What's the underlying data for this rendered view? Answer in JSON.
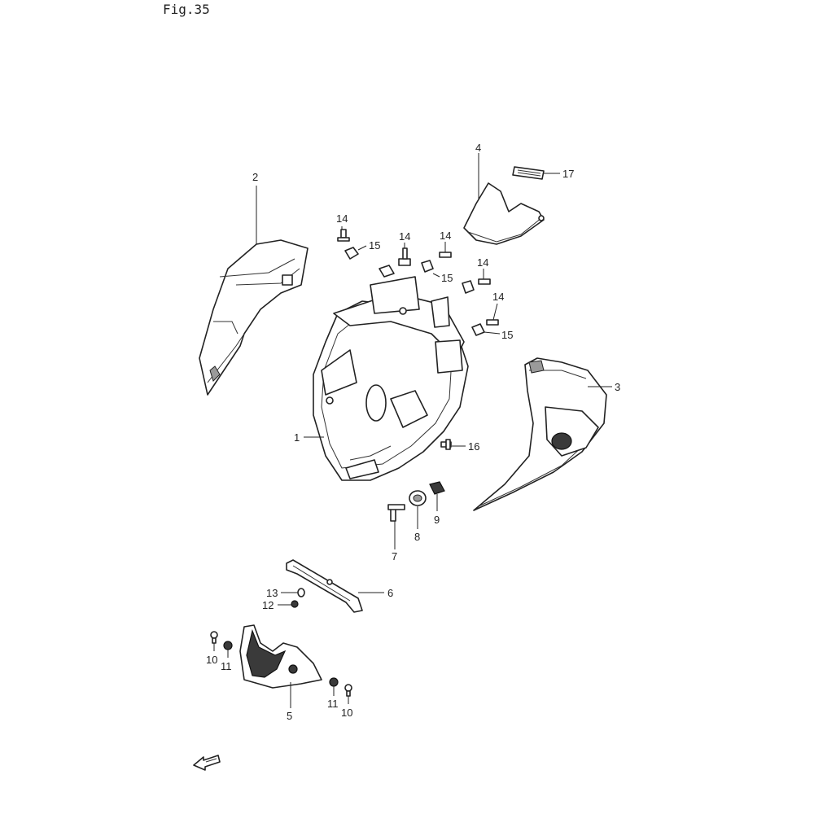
{
  "figure": {
    "title": "Fig.35"
  },
  "callouts": {
    "c1": "1",
    "c2": "2",
    "c3": "3",
    "c4": "4",
    "c5": "5",
    "c6": "6",
    "c7": "7",
    "c8": "8",
    "c9": "9",
    "c10a": "10",
    "c10b": "10",
    "c11a": "11",
    "c11b": "11",
    "c12": "12",
    "c13": "13",
    "c14a": "14",
    "c14b": "14",
    "c14c": "14",
    "c14d": "14",
    "c14e": "14",
    "c15a": "15",
    "c15b": "15",
    "c15c": "15",
    "c16": "16",
    "c17": "17"
  },
  "icons": {
    "direction_arrow": "fwd-arrow-icon"
  }
}
